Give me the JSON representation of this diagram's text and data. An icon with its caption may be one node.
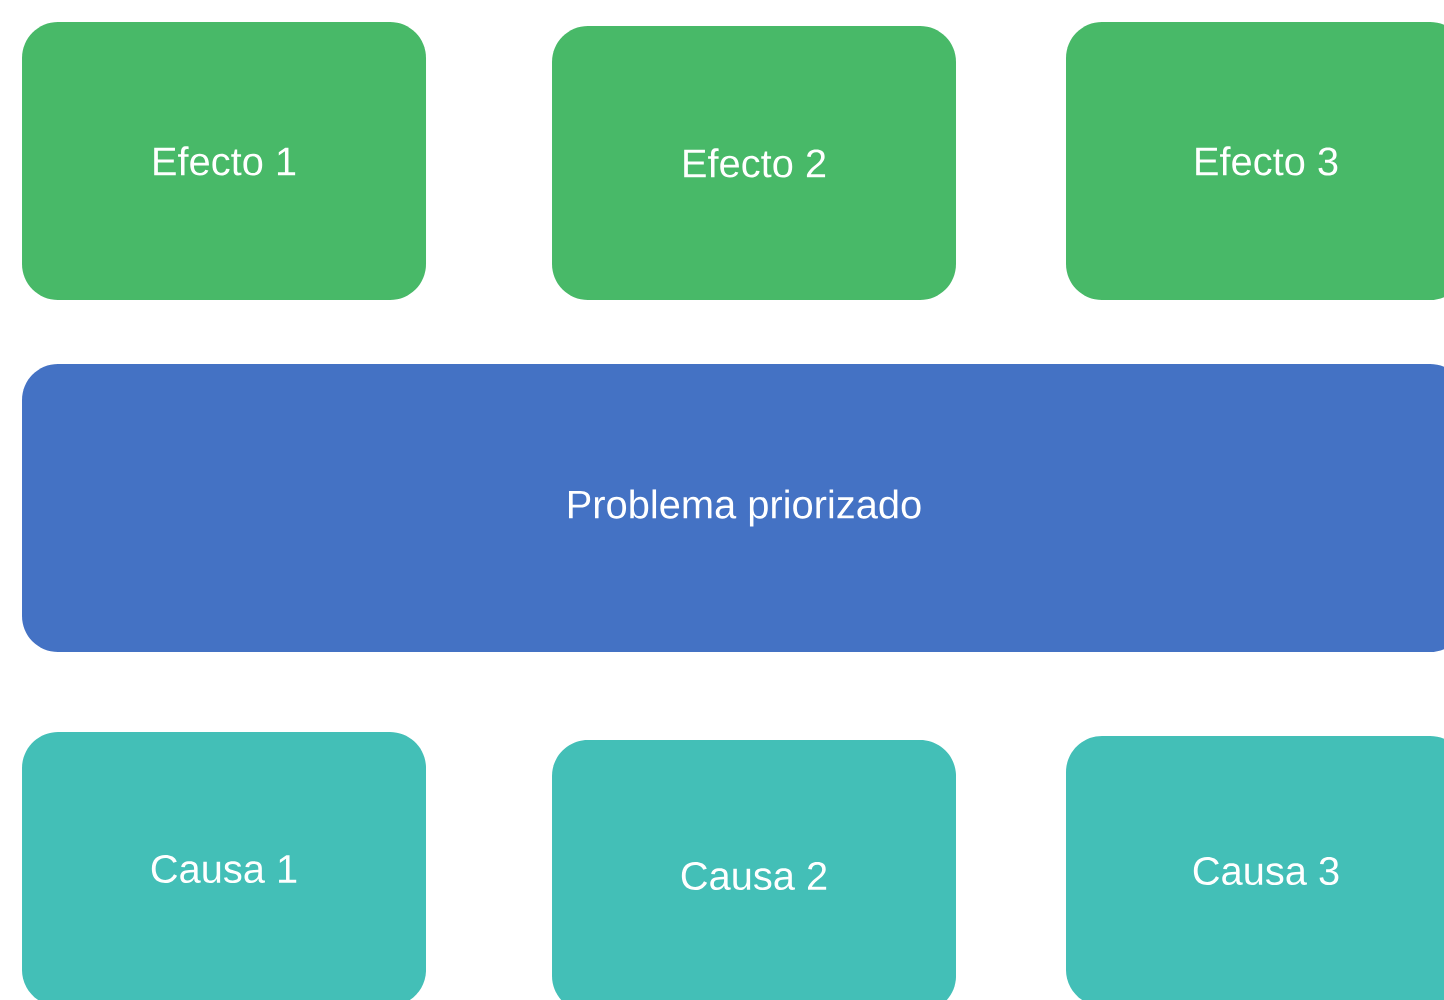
{
  "diagram": {
    "nodes": [
      {
        "text": [
          "Efecto 1"
        ]
      },
      {
        "text": [
          "Efecto 2"
        ]
      },
      {
        "text": [
          "Efecto 3"
        ]
      },
      {
        "text": [
          "Problema priorizado"
        ]
      },
      {
        "text": [
          "Causa 1"
        ]
      },
      {
        "text": [
          "Causa 2"
        ]
      },
      {
        "text": [
          "Causa 3"
        ]
      }
    ]
  }
}
